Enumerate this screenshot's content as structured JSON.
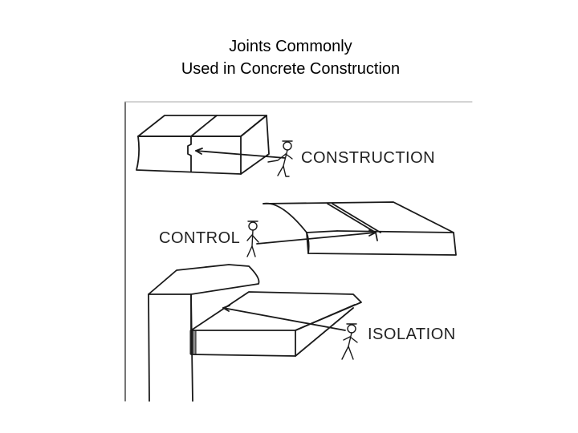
{
  "slide": {
    "title_line1": "Joints Commonly",
    "title_line2": "Used in Concrete Construction"
  },
  "figure": {
    "labels": {
      "construction": "CONSTRUCTION",
      "control": "CONTROL",
      "isolation": "ISOLATION"
    },
    "line_color": "#1a1a1a"
  }
}
